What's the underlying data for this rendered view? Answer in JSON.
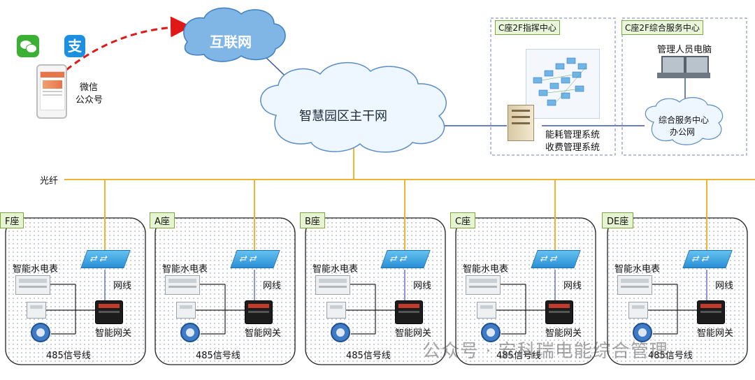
{
  "internet": {
    "label": "互联网"
  },
  "backbone": {
    "label": "智慧园区主干网"
  },
  "wechat": {
    "label_line1": "微信",
    "label_line2": "公众号"
  },
  "fiber": {
    "label": "光纤"
  },
  "command_center": {
    "title": "C座2F指挥中心",
    "system_line1": "能耗管理系统",
    "system_line2": "收费管理系统"
  },
  "service_center": {
    "title": "C座2F综合服务中心",
    "pc_label": "管理人员电脑",
    "office_line1": "综合服务中心",
    "office_line2": "办公网"
  },
  "buildings": [
    {
      "name": "F座",
      "meter_label": "智能水电表",
      "net_label": "网线",
      "gateway_label": "智能网关",
      "bus_label": "485信号线"
    },
    {
      "name": "A座",
      "meter_label": "智能水电表",
      "net_label": "网线",
      "gateway_label": "智能网关",
      "bus_label": "485信号线"
    },
    {
      "name": "B座",
      "meter_label": "智能水电表",
      "net_label": "网线",
      "gateway_label": "智能网关",
      "bus_label": "485信号线"
    },
    {
      "name": "C座",
      "meter_label": "智能水电表",
      "net_label": "网线",
      "gateway_label": "智能网关",
      "bus_label": "485信号线"
    },
    {
      "name": "DE座",
      "meter_label": "智能水电表",
      "net_label": "网线",
      "gateway_label": "智能网关",
      "bus_label": "485信号线"
    }
  ],
  "watermark": {
    "text": "公众号 · 安科瑞电能综合管理"
  },
  "colors": {
    "fiber": "#f2b233",
    "link": "#3a55a8",
    "dashed_arrow": "#e01818",
    "cloud_fill": "#eef6ff",
    "cloud_stroke": "#5b8cc8",
    "switch": "#2a8fd6",
    "building_bg": "#f9fbfa",
    "tag_bg": "#e6f4d2"
  }
}
